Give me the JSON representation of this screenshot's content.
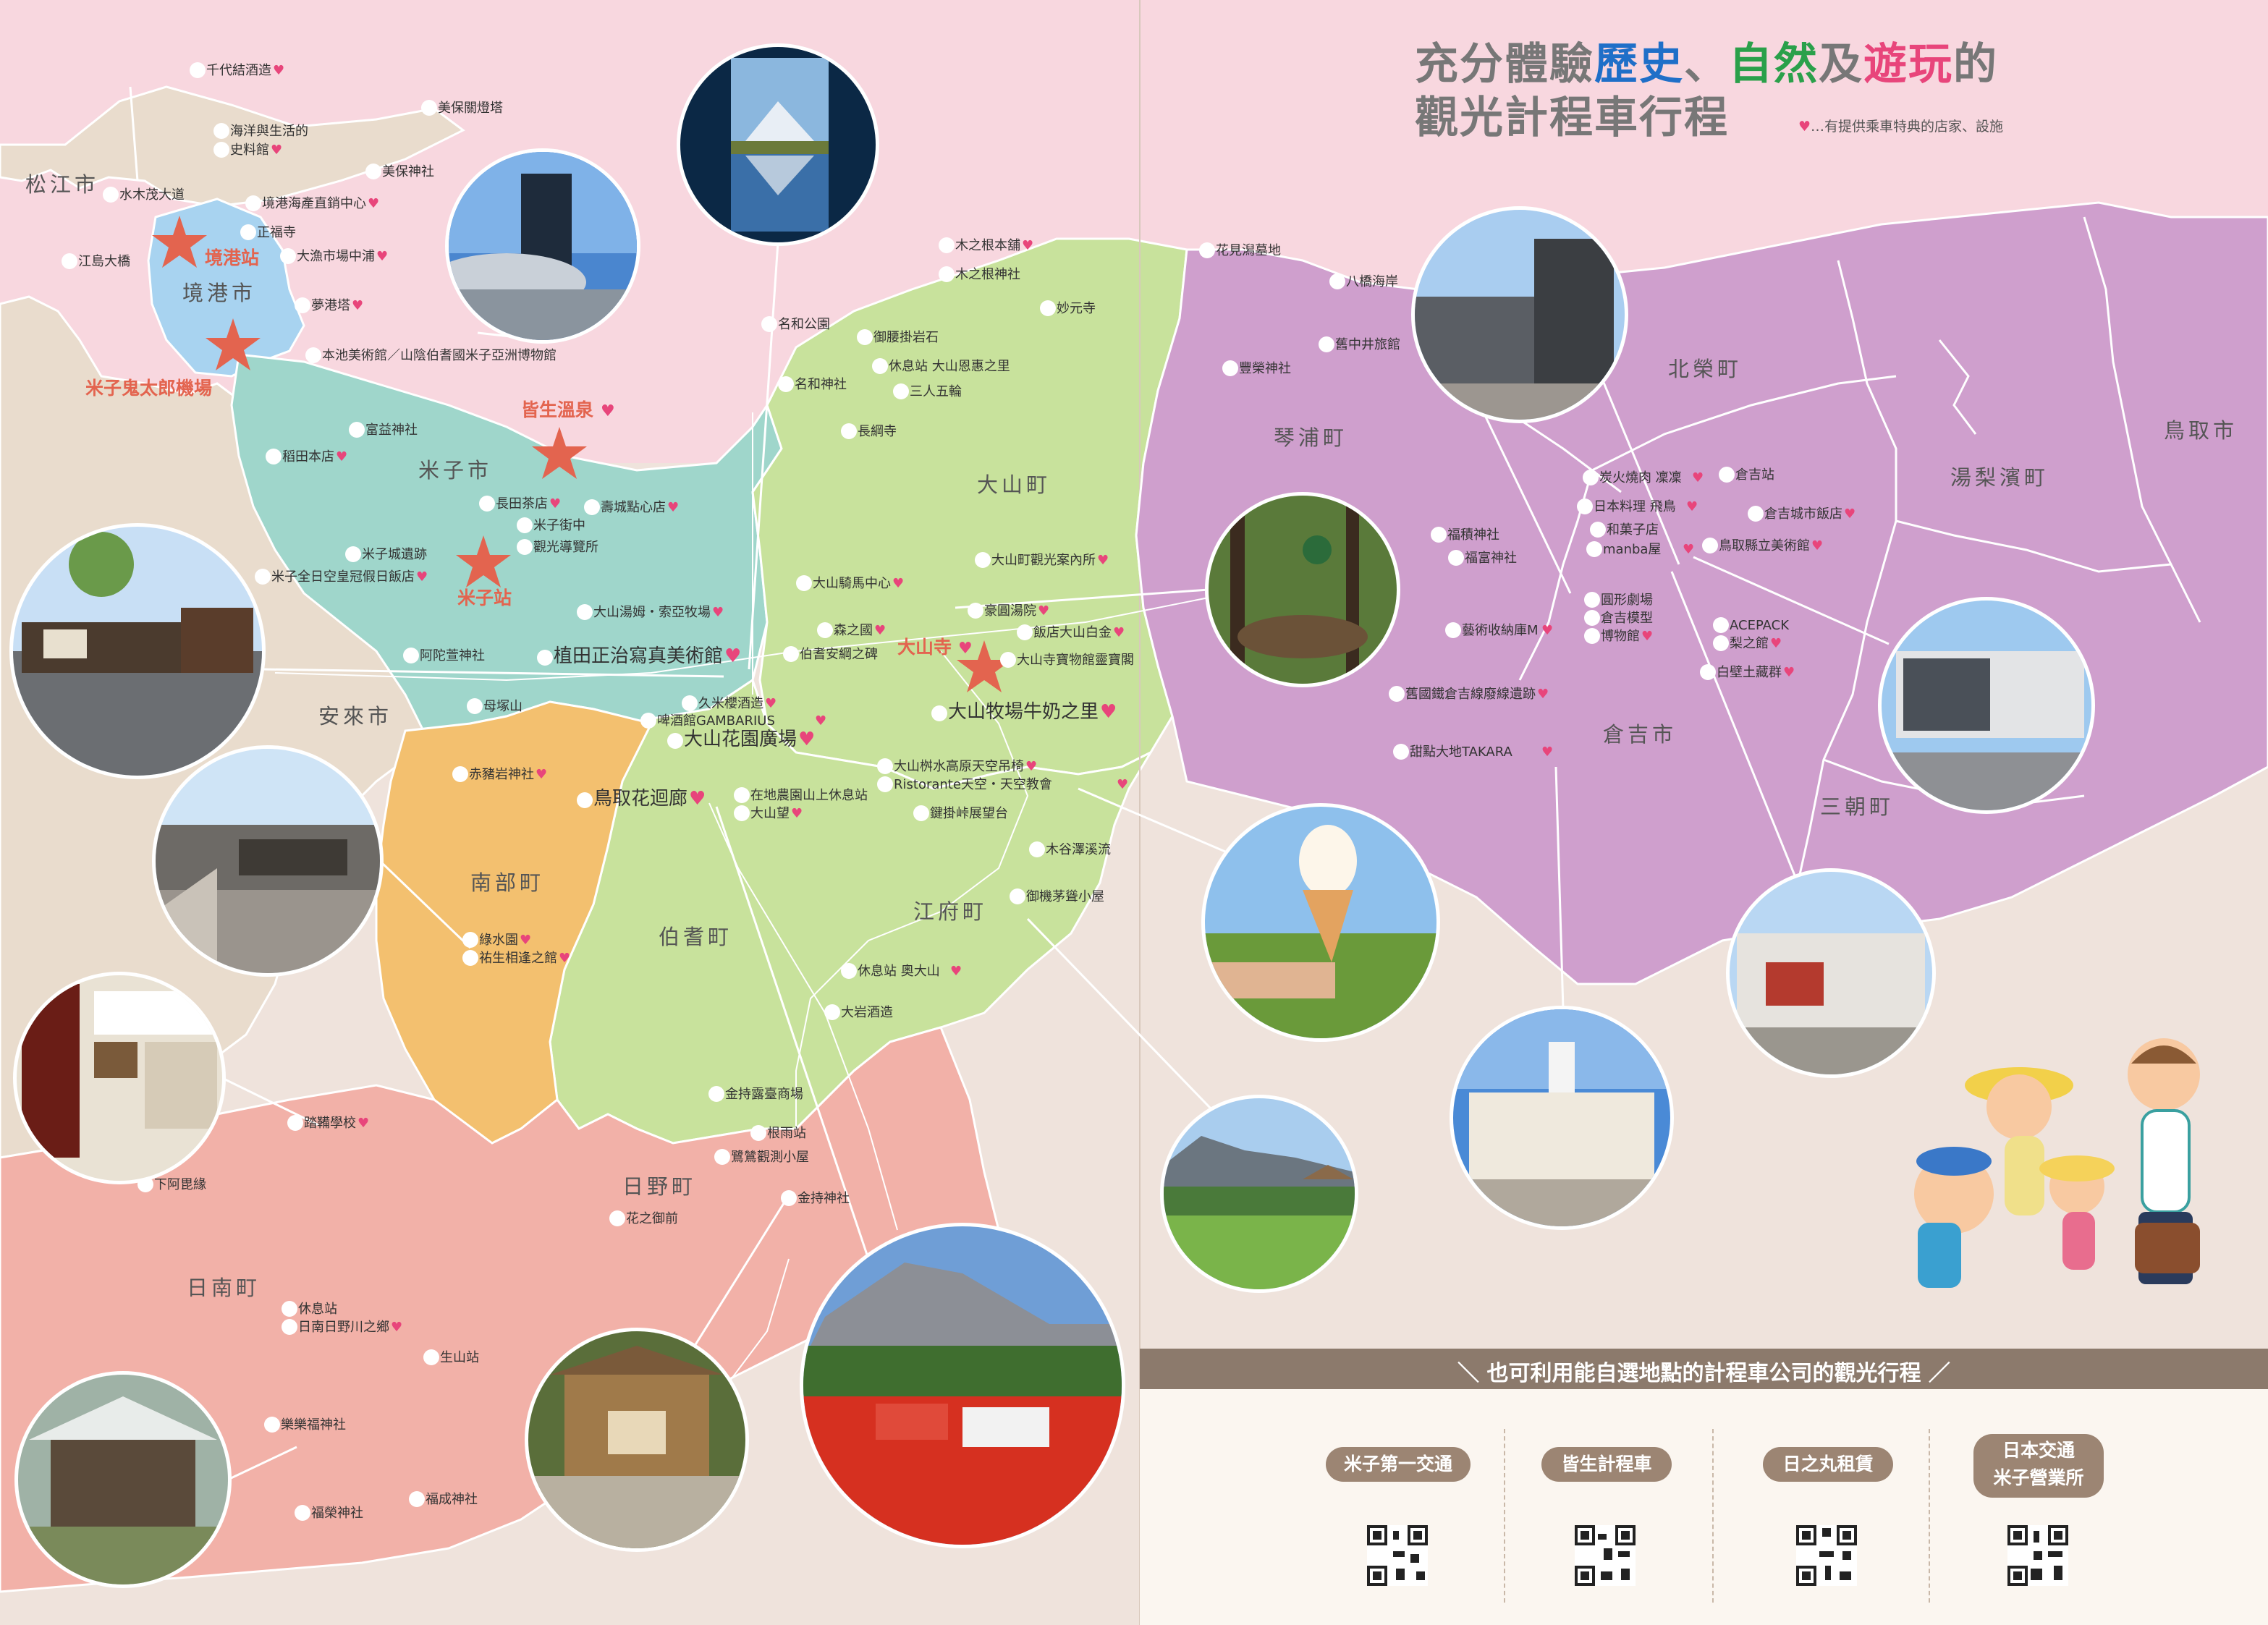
{
  "header": {
    "title_line1_parts": [
      "充分體驗",
      "歷史",
      "、",
      "自然",
      "及",
      "遊玩",
      "的"
    ],
    "title_line2": "觀光計程車行程",
    "note_symbol": "♥",
    "note": "…有提供乘車特典的店家、設施"
  },
  "colors": {
    "heart": "#e8457b",
    "history": "#1f6fc8",
    "nature": "#2aa04a",
    "play": "#e8457b"
  },
  "municipalities": [
    {
      "id": "matsue",
      "name": "松江市"
    },
    {
      "id": "sakaiminato",
      "name": "境港市"
    },
    {
      "id": "yonago",
      "name": "米子市"
    },
    {
      "id": "yasugi",
      "name": "安來市"
    },
    {
      "id": "nanbu",
      "name": "南部町"
    },
    {
      "id": "hoki",
      "name": "伯耆町"
    },
    {
      "id": "daisen",
      "name": "大山町"
    },
    {
      "id": "kofu",
      "name": "江府町"
    },
    {
      "id": "hino",
      "name": "日野町"
    },
    {
      "id": "nichinan",
      "name": "日南町"
    },
    {
      "id": "kotoura",
      "name": "琴浦町"
    },
    {
      "id": "hokuei",
      "name": "北榮町"
    },
    {
      "id": "yurihama",
      "name": "湯梨濱町"
    },
    {
      "id": "tottori",
      "name": "鳥取市"
    },
    {
      "id": "kurayoshi",
      "name": "倉吉市"
    },
    {
      "id": "misasa",
      "name": "三朝町"
    }
  ],
  "stations": [
    {
      "name": "境港站"
    },
    {
      "name": "米子鬼太郎機場"
    },
    {
      "name": "皆生溫泉",
      "heart": true
    },
    {
      "name": "米子站"
    },
    {
      "name": "大山寺",
      "heart": true
    }
  ],
  "pois": [
    {
      "name": "千代結酒造",
      "heart": true
    },
    {
      "name": "美保關燈塔"
    },
    {
      "name": "海洋與生活的"
    },
    {
      "name": "史料館",
      "heart": true
    },
    {
      "name": "美保神社"
    },
    {
      "name": "水木茂大道"
    },
    {
      "name": "境港海產直銷中心",
      "heart": true
    },
    {
      "name": "正福寺"
    },
    {
      "name": "江島大橋"
    },
    {
      "name": "大漁市場中浦",
      "heart": true
    },
    {
      "name": "夢港塔",
      "heart": true
    },
    {
      "name": "本池美術館／山陰伯耆國米子亞洲博物館"
    },
    {
      "name": "富益神社"
    },
    {
      "name": "稻田本店",
      "heart": true
    },
    {
      "name": "長田茶店",
      "heart": true
    },
    {
      "name": "壽城點心店",
      "heart": true
    },
    {
      "name": "米子街中"
    },
    {
      "name": "觀光導覽所"
    },
    {
      "name": "米子城遺跡"
    },
    {
      "name": "米子全日空皇冠假日飯店",
      "heart": true
    },
    {
      "name": "阿陀萱神社"
    },
    {
      "name": "大山湯姆・索亞牧場",
      "heart": true
    },
    {
      "name": "植田正治寫真美術館",
      "heart": true
    },
    {
      "name": "母塚山"
    },
    {
      "name": "赤豬岩神社",
      "heart": true
    },
    {
      "name": "綠水園",
      "heart": true
    },
    {
      "name": "祐生相逢之館",
      "heart": true
    },
    {
      "name": "木之根本舖",
      "heart": true
    },
    {
      "name": "木之根神社"
    },
    {
      "name": "妙元寺"
    },
    {
      "name": "名和公園"
    },
    {
      "name": "御腰掛岩石"
    },
    {
      "name": "休息站 大山恩惠之里"
    },
    {
      "name": "名和神社"
    },
    {
      "name": "三人五輪"
    },
    {
      "name": "長綱寺"
    },
    {
      "name": "大山町觀光案內所",
      "heart": true
    },
    {
      "name": "大山騎馬中心",
      "heart": true
    },
    {
      "name": "豪圓湯院",
      "heart": true
    },
    {
      "name": "森之國",
      "heart": true
    },
    {
      "name": "飯店大山白金",
      "heart": true
    },
    {
      "name": "伯耆安綱之碑"
    },
    {
      "name": "大山寺寶物館靈寶閣"
    },
    {
      "name": "久米櫻酒造",
      "heart": true
    },
    {
      "name": "啤酒館GAMBARIUS",
      "heart": true
    },
    {
      "name": "大山牧場牛奶之里",
      "heart": true
    },
    {
      "name": "大山花園廣場",
      "heart": true
    },
    {
      "name": "大山桝水高原天空吊椅",
      "heart": true
    },
    {
      "name": "Ristorante天空・天空教會",
      "heart": true
    },
    {
      "name": "在地農園山上休息站"
    },
    {
      "name": "大山望",
      "heart": true
    },
    {
      "name": "鳥取花迴廊",
      "heart": true
    },
    {
      "name": "鍵掛峠展望台"
    },
    {
      "name": "木谷澤溪流"
    },
    {
      "name": "御機茅聳小屋"
    },
    {
      "name": "休息站 奧大山",
      "heart": true
    },
    {
      "name": "大岩酒造"
    },
    {
      "name": "踏鞴學校",
      "heart": true
    },
    {
      "name": "下阿毘緣"
    },
    {
      "name": "金持露臺商場"
    },
    {
      "name": "根雨站"
    },
    {
      "name": "鷺鷥觀測小屋"
    },
    {
      "name": "金持神社"
    },
    {
      "name": "花之御前"
    },
    {
      "name": "休息站"
    },
    {
      "name": "日南日野川之鄉",
      "heart": true
    },
    {
      "name": "生山站"
    },
    {
      "name": "樂樂福神社"
    },
    {
      "name": "福成神社"
    },
    {
      "name": "福榮神社"
    },
    {
      "name": "花見潟墓地"
    },
    {
      "name": "八橋海岸"
    },
    {
      "name": "舊中井旅館"
    },
    {
      "name": "豐榮神社"
    },
    {
      "name": "炭火燒肉 凜凜",
      "heart": true
    },
    {
      "name": "倉吉站"
    },
    {
      "name": "日本料理 飛鳥",
      "heart": true
    },
    {
      "name": "倉吉城市飯店",
      "heart": true
    },
    {
      "name": "和菓子店"
    },
    {
      "name": "manba屋",
      "heart": true
    },
    {
      "name": "福積神社"
    },
    {
      "name": "鳥取縣立美術館",
      "heart": true
    },
    {
      "name": "福富神社"
    },
    {
      "name": "圓形劇場"
    },
    {
      "name": "倉吉模型"
    },
    {
      "name": "博物館",
      "heart": true
    },
    {
      "name": "ACEPACK"
    },
    {
      "name": "梨之館",
      "heart": true
    },
    {
      "name": "藝術收納庫M",
      "heart": true
    },
    {
      "name": "白壁土藏群",
      "heart": true
    },
    {
      "name": "舊國鐵倉吉線廢線遺跡",
      "heart": true
    },
    {
      "name": "甜點大地TAKARA",
      "heart": true
    }
  ],
  "photos": [
    {
      "id": "mt-daisen-reflection",
      "label": "Mt. Daisen reflection"
    },
    {
      "id": "dream-port-tower",
      "label": "Yumeminato Tower"
    },
    {
      "id": "michi-no-eki-building",
      "label": "Roadside station"
    },
    {
      "id": "station-building",
      "label": "Station"
    },
    {
      "id": "tatara-exhibit",
      "label": "Tatara exhibit"
    },
    {
      "id": "shrine-nichinan",
      "label": "Shrine"
    },
    {
      "id": "hokkaido-shrine",
      "label": "Shrine gate"
    },
    {
      "id": "flower-park",
      "label": "Flower park"
    },
    {
      "id": "forest-adventure",
      "label": "Forest adventure"
    },
    {
      "id": "museum-building",
      "label": "Museum"
    },
    {
      "id": "soft-cream",
      "label": "Soft cream"
    },
    {
      "id": "rice-field",
      "label": "Rice field"
    },
    {
      "id": "clocktower-building",
      "label": "Clock tower"
    },
    {
      "id": "art-museum",
      "label": "Art museum"
    },
    {
      "id": "round-theatre",
      "label": "Round theater"
    }
  ],
  "taxi": {
    "heading": "＼ 也可利用能自選地點的計程車公司的觀光行程 ／",
    "companies": [
      {
        "name": "米子第一交通"
      },
      {
        "name": "皆生計程車"
      },
      {
        "name": "日之丸租賃"
      },
      {
        "name_line1": "日本交通",
        "name_line2": "米子營業所"
      }
    ]
  }
}
